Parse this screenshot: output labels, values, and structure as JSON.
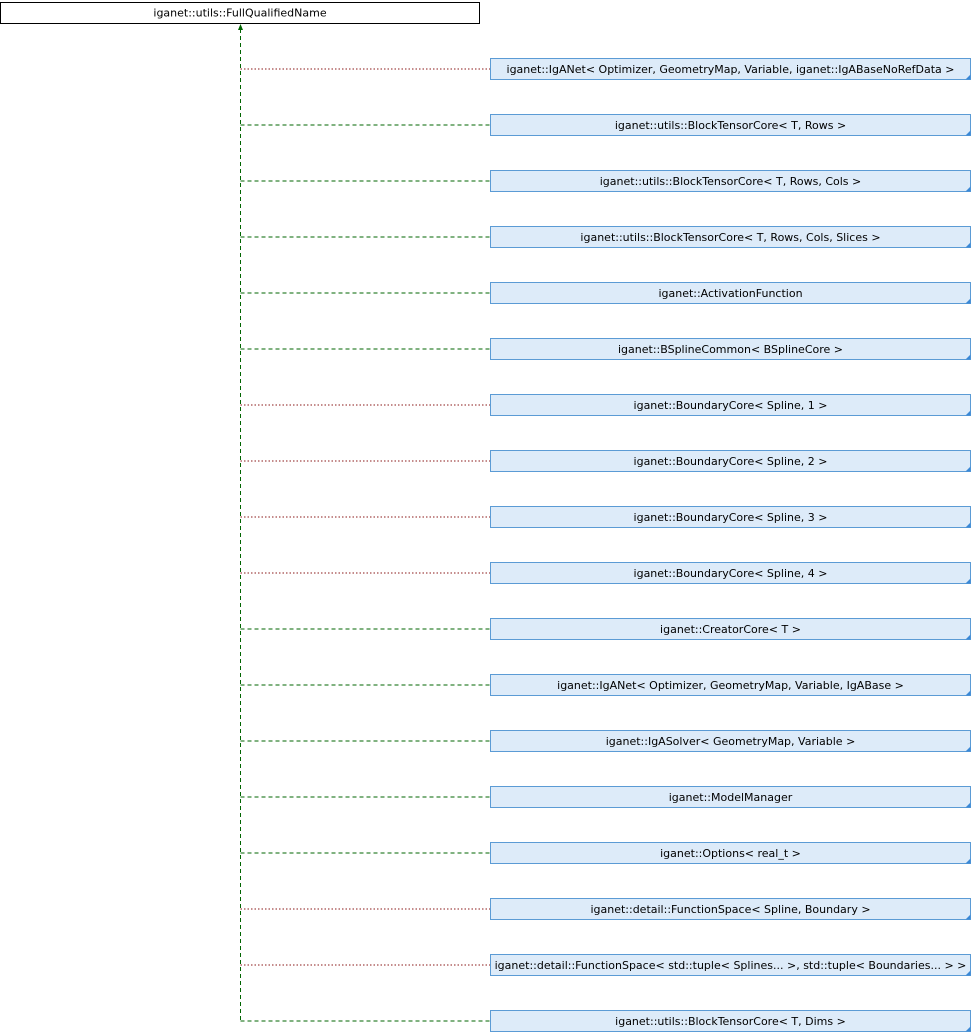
{
  "base_class": "iganet::utils::FullQualifiedName",
  "derived_classes": [
    {
      "name": "iganet::IgANet< Optimizer, GeometryMap, Variable, iganet::IgABaseNoRefData >",
      "edge": "dotted",
      "edge_color": "#8B1A1A"
    },
    {
      "name": "iganet::utils::BlockTensorCore< T, Rows >",
      "edge": "dashed",
      "edge_color": "#006400"
    },
    {
      "name": "iganet::utils::BlockTensorCore< T, Rows, Cols >",
      "edge": "dashed",
      "edge_color": "#006400"
    },
    {
      "name": "iganet::utils::BlockTensorCore< T, Rows, Cols, Slices >",
      "edge": "dashed",
      "edge_color": "#006400"
    },
    {
      "name": "iganet::ActivationFunction",
      "edge": "dashed",
      "edge_color": "#006400"
    },
    {
      "name": "iganet::BSplineCommon< BSplineCore >",
      "edge": "dashed",
      "edge_color": "#006400"
    },
    {
      "name": "iganet::BoundaryCore< Spline, 1 >",
      "edge": "dotted",
      "edge_color": "#8B1A1A"
    },
    {
      "name": "iganet::BoundaryCore< Spline, 2 >",
      "edge": "dotted",
      "edge_color": "#8B1A1A"
    },
    {
      "name": "iganet::BoundaryCore< Spline, 3 >",
      "edge": "dotted",
      "edge_color": "#8B1A1A"
    },
    {
      "name": "iganet::BoundaryCore< Spline, 4 >",
      "edge": "dotted",
      "edge_color": "#8B1A1A"
    },
    {
      "name": "iganet::CreatorCore< T >",
      "edge": "dashed",
      "edge_color": "#006400"
    },
    {
      "name": "iganet::IgANet< Optimizer, GeometryMap, Variable, IgABase >",
      "edge": "dashed",
      "edge_color": "#006400"
    },
    {
      "name": "iganet::IgASolver< GeometryMap, Variable >",
      "edge": "dashed",
      "edge_color": "#006400"
    },
    {
      "name": "iganet::ModelManager",
      "edge": "dashed",
      "edge_color": "#006400"
    },
    {
      "name": "iganet::Options< real_t >",
      "edge": "dashed",
      "edge_color": "#006400"
    },
    {
      "name": "iganet::detail::FunctionSpace< Spline, Boundary >",
      "edge": "dotted",
      "edge_color": "#8B1A1A"
    },
    {
      "name": "iganet::detail::FunctionSpace< std::tuple< Splines... >, std::tuple< Boundaries... > >",
      "edge": "dotted",
      "edge_color": "#8B1A1A"
    },
    {
      "name": "iganet::utils::BlockTensorCore< T, Dims >",
      "edge": "dashed",
      "edge_color": "#006400"
    }
  ],
  "colors": {
    "box_fill": "#DDEBF9",
    "box_stroke": "#5B9BD5",
    "base_fill": "#FFFFFF",
    "base_stroke": "#000000",
    "trunk": "#006400",
    "corner_mark": "#3A88D6"
  }
}
